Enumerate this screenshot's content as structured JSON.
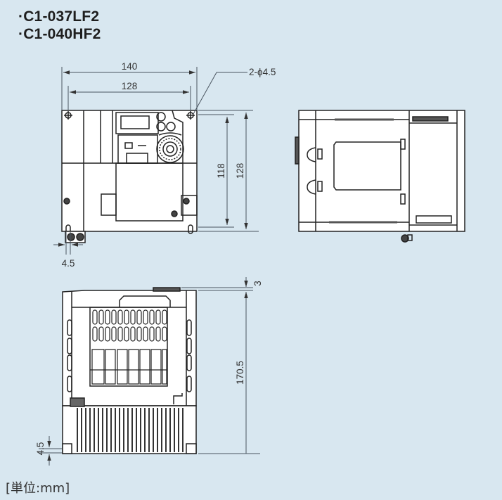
{
  "titles": [
    "·C1-037LF2",
    "·C1-040HF2"
  ],
  "dimensions": {
    "front_width_overall": "140",
    "front_width_mount": "128",
    "mount_holes": "2-ϕ4.5",
    "front_height_mount": "118",
    "front_height_overall": "128",
    "front_bottom_offset": "4.5",
    "bottom_top_protrusion": "3",
    "bottom_depth": "170.5",
    "bottom_foot_offset": "4.5"
  },
  "units_label": "[単位:mm]",
  "colors": {
    "background": "#d8e7f0",
    "line": "#222222",
    "dim_line": "#4a5560",
    "body_fill": "#ffffff"
  }
}
